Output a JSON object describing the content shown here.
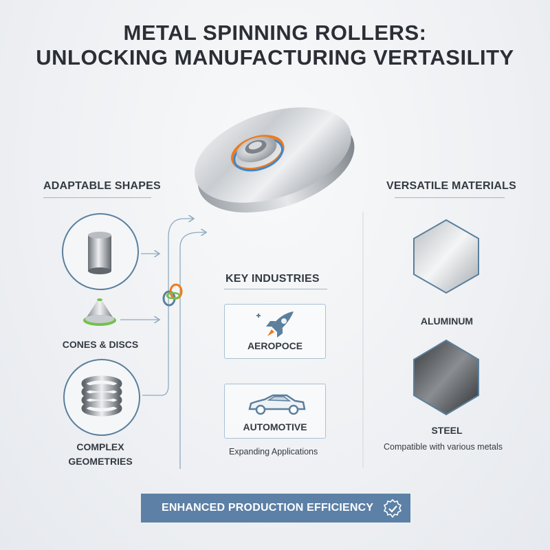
{
  "title": {
    "line1": "METAL SPINNING ROLLERS:",
    "line2": "UNLOCKING MANUFACTURING VERTASILITY"
  },
  "left": {
    "heading": "ADAPTABLE SHAPES",
    "items": [
      {
        "icon": "cylinder-icon",
        "label": ""
      },
      {
        "icon": "cone-disc-icon",
        "label": "CONES & DISCS"
      },
      {
        "icon": "coil-icon",
        "label_line1": "COMPLEX",
        "label_line2": "GEOMETRIES"
      }
    ]
  },
  "center": {
    "heading": "KEY INDUSTRIES",
    "cards": [
      {
        "icon": "rocket-icon",
        "label": "AEROPOCE"
      },
      {
        "icon": "car-icon",
        "label": "AUTOMOTIVE"
      }
    ],
    "footer": "Expanding Applications"
  },
  "right": {
    "heading": "VERSATILE MATERIALS",
    "materials": [
      {
        "name": "ALUMINUM",
        "color": "#d7dadd"
      },
      {
        "name": "STEEL",
        "color": "#4a4d51"
      }
    ],
    "footer": "Compatible with various metals"
  },
  "banner": {
    "text": "ENHANCED PRODUCTION EFFICIENCY",
    "icon": "badge-check-icon",
    "color": "#5c80a6"
  },
  "colors": {
    "accent_blue": "#5b7f9c",
    "ring_orange": "#f07a1a",
    "ring_blue": "#3c88d0",
    "ring_green": "#72c24a"
  }
}
